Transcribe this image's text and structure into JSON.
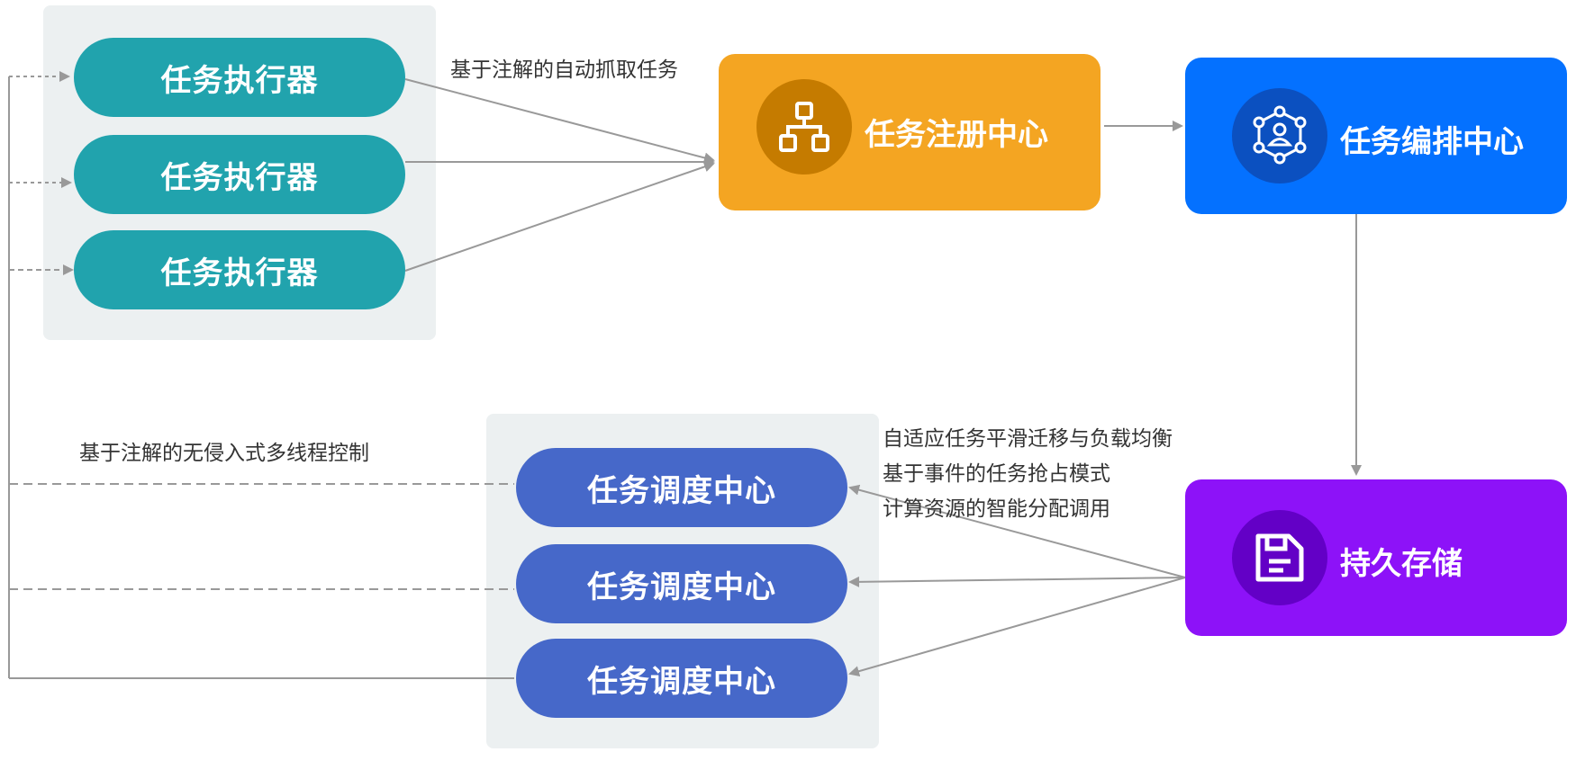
{
  "executors": {
    "items": [
      {
        "label": "任务执行器"
      },
      {
        "label": "任务执行器"
      },
      {
        "label": "任务执行器"
      }
    ]
  },
  "registry": {
    "label": "任务注册中心",
    "icon": "sitemap-icon",
    "color": "#f4a522"
  },
  "orchestration": {
    "label": "任务编排中心",
    "icon": "network-user-icon",
    "color": "#0471ff"
  },
  "storage": {
    "label": "持久存储",
    "icon": "save-icon",
    "color": "#8d12f8"
  },
  "schedulers": {
    "items": [
      {
        "label": "任务调度中心"
      },
      {
        "label": "任务调度中心"
      },
      {
        "label": "任务调度中心"
      }
    ]
  },
  "notes": {
    "auto_grab": "基于注解的自动抓取任务",
    "threading": "基于注解的无侵入式多线程控制",
    "features": [
      "自适应任务平滑迁移与负载均衡",
      "基于事件的任务抢占模式",
      "计算资源的智能分配调用"
    ]
  }
}
